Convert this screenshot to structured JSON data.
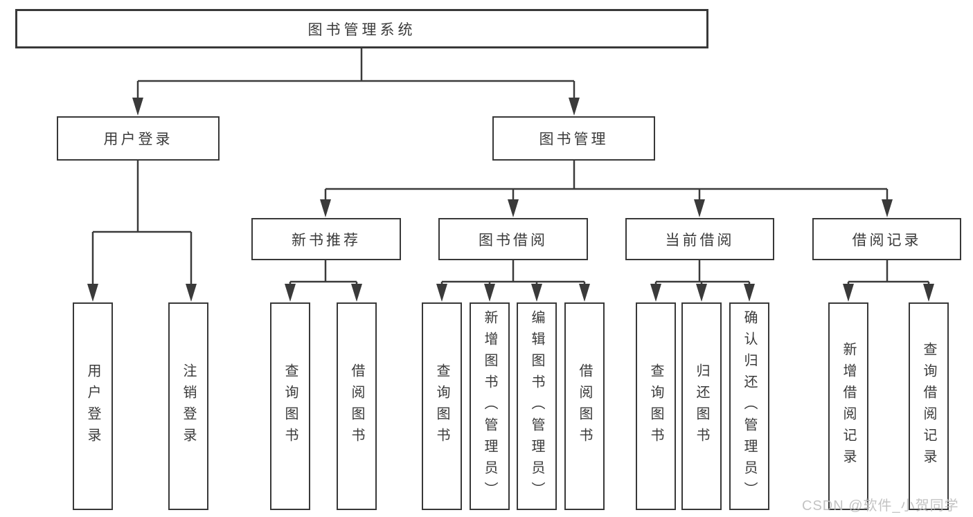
{
  "tree": {
    "root": "图书管理系统",
    "children": [
      {
        "label": "用户登录",
        "children": [
          "用户登录",
          "注销登录"
        ]
      },
      {
        "label": "图书管理",
        "children": [
          {
            "label": "新书推荐",
            "children": [
              "查询图书",
              "借阅图书"
            ]
          },
          {
            "label": "图书借阅",
            "children": [
              "查询图书",
              "新增图书（管理员）",
              "编辑图书（管理员）",
              "借阅图书"
            ]
          },
          {
            "label": "当前借阅",
            "children": [
              "查询图书",
              "归还图书",
              "确认归还（管理员）"
            ]
          },
          {
            "label": "借阅记录",
            "children": [
              "新增借阅记录",
              "查询借阅记录"
            ]
          }
        ]
      }
    ]
  },
  "watermark": {
    "text": "CSDN @软件_小贺同学"
  },
  "colors": {
    "line": "#3a3a3a",
    "box_border": "#383838",
    "text": "#3a3a3a",
    "watermark": "#bdbdbd",
    "background": "#ffffff"
  }
}
